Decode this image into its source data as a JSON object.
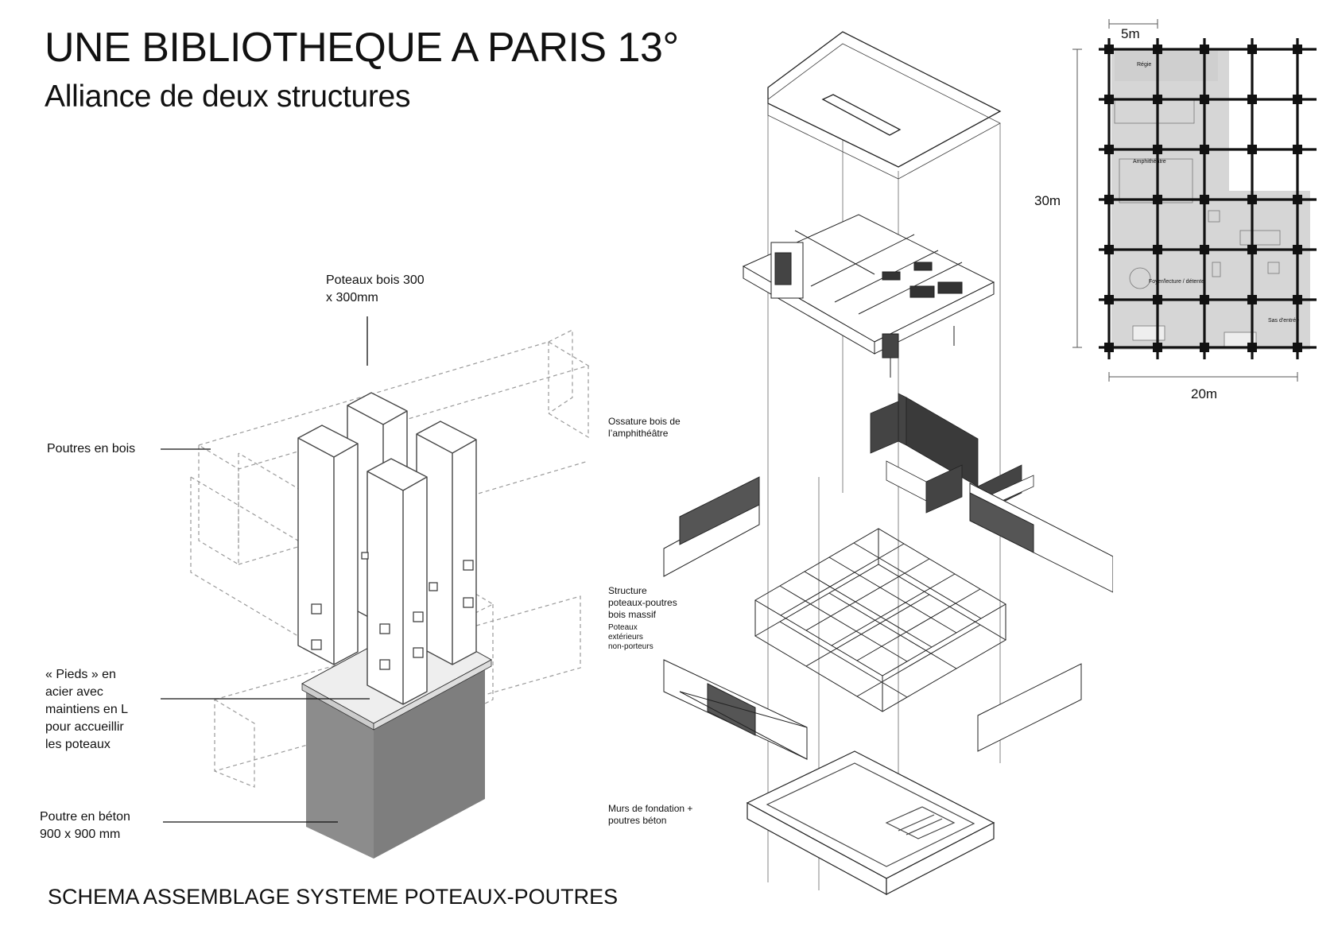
{
  "title": "UNE BIBLIOTHEQUE A PARIS 13°",
  "subtitle": "Alliance de deux structures",
  "caption": "SCHEMA ASSEMBLAGE SYSTEME POTEAUX-POUTRES",
  "detail": {
    "label_poteaux": [
      "Poteaux bois 300",
      "x 300mm"
    ],
    "label_poutres_bois": "Poutres en bois",
    "label_pieds": [
      "« Pieds » en",
      "acier avec",
      "maintiens en L",
      "pour accueillir",
      "les poteaux"
    ],
    "label_poutre_beton": [
      "Poutre en béton",
      "900 x 900 mm"
    ]
  },
  "exploded": {
    "label_ossature": [
      "Ossature bois de",
      "l’amphithéâtre"
    ],
    "label_structure": [
      "Structure",
      "poteaux-poutres",
      "bois massif"
    ],
    "label_poteaux_ext": [
      "Poteaux",
      "extérieurs",
      "non-porteurs"
    ],
    "label_fondation": [
      "Murs de fondation +",
      "poutres béton"
    ]
  },
  "plan": {
    "dim_bay": "5m",
    "dim_height": "30m",
    "dim_width": "20m",
    "rooms": {
      "regie": "Régie",
      "amphi": "Amphithéâtre",
      "foyer": "Foyer/lecture / détente",
      "entree": "Sas d'entrée"
    }
  },
  "colors": {
    "concrete": "#8c8c8c",
    "line": "#1a1a1a",
    "plan_fill": "#d6d6d6"
  }
}
